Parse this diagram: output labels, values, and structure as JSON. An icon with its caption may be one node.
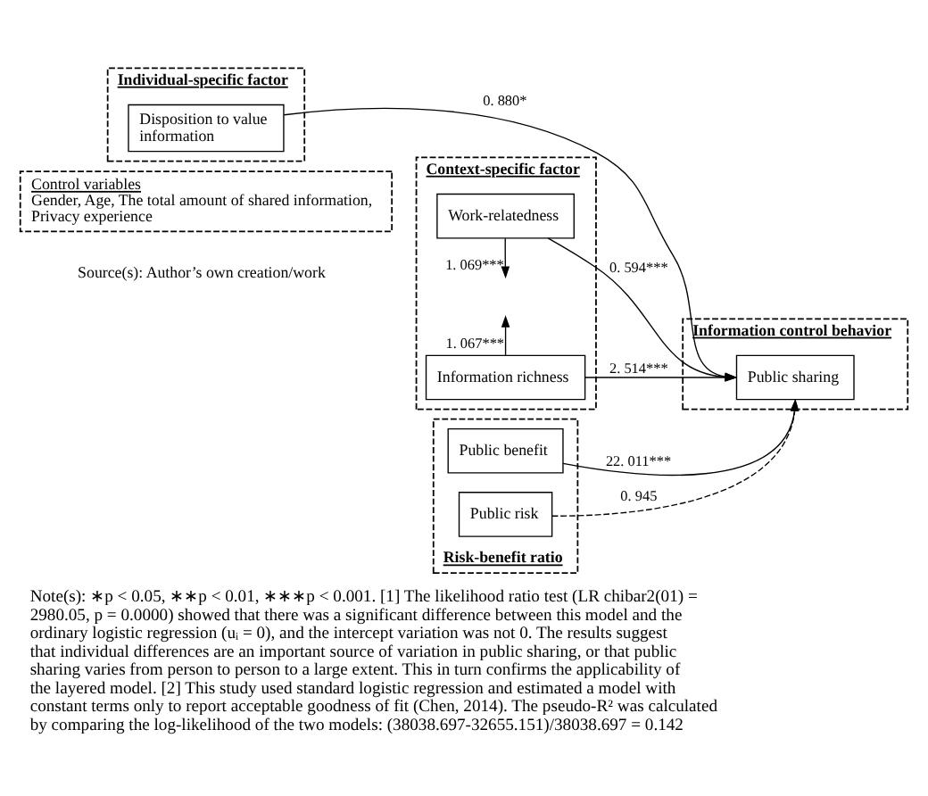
{
  "diagram": {
    "caption": "Note(s): ∗p < 0.05, ∗∗p < 0.01, ∗∗∗p < 0.001. [1] The likelihood ratio test (LR chibar2(01) = 2980.05, p = 0.0000) showed that there was a significant difference between this model and the ordinary logistic regression (uᵢ = 0), and the intercept variation was not 0. The results suggest that individual differences are an important source of variation in public sharing, or that public sharing varies from person to person to a large extent. This in turn confirms the applicability of the layered model. [2] This study used standard logistic regression and estimated a model with constant terms only to report acceptable goodness of fit (Chen, 2014). The pseudo-R² was calculated by comparing the log-likelihood of the two models: (38038.697-32655.151)/38038.697 = 0.142",
    "nodes": [
      {
        "text": [
          "Individual-specific factor"
        ]
      },
      {
        "text": [
          "Disposition to value information"
        ],
        "in": 0
      },
      {
        "text": [
          "Context-specific factor"
        ]
      },
      {
        "text": [
          "Work-relatedness"
        ],
        "in": 2
      },
      {
        "text": [
          "Information richness"
        ],
        "in": 2
      },
      {
        "text": [
          "Information control behavior"
        ]
      },
      {
        "text": [
          "Public sharing"
        ],
        "in": 5
      },
      {
        "text": [
          "Risk-benefit ratio"
        ]
      },
      {
        "text": [
          "Public benefit"
        ],
        "in": 7
      },
      {
        "text": [
          "Public risk"
        ],
        "in": 7
      },
      {
        "text": [
          "Control variables",
          "Gender, Age, The total amount of shared information, Privacy experience"
        ]
      }
    ],
    "edges": [
      {
        "from": 1,
        "to": 6,
        "arrow": "to",
        "label": "0. 880*"
      },
      {
        "from": 3,
        "to": null,
        "arrow": "to",
        "label": "1. 069***"
      },
      {
        "from": 4,
        "to": null,
        "arrow": "to",
        "label": "1. 067***"
      },
      {
        "from": 3,
        "to": 6,
        "arrow": "to",
        "label": "0. 594***"
      },
      {
        "from": 4,
        "to": 6,
        "arrow": "to",
        "label": "2. 514***"
      },
      {
        "from": 8,
        "to": 6,
        "arrow": "to",
        "label": "22. 011***"
      },
      {
        "from": 9,
        "to": 6,
        "arrow": "to",
        "label": "0. 945",
        "style": "dashed"
      }
    ],
    "labels": [
      "Source(s): Author’s own creation/work"
    ]
  }
}
